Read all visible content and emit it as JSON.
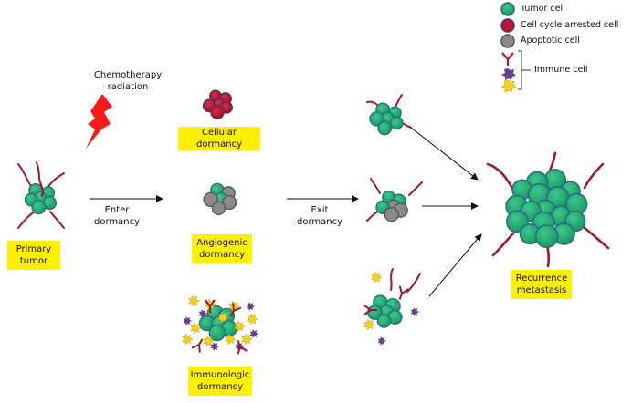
{
  "legend": {
    "tumor_cell": "Tumor cell",
    "cell_cycle_arrested": "Cell cycle arrested cell",
    "apoptotic_cell": "Apoptotic cell",
    "immune_cell": "Immune cell"
  },
  "treatment": {
    "line1": "Chemotherapy",
    "line2": "radiation"
  },
  "primary": {
    "line1": "Primary",
    "line2": "tumor"
  },
  "enter": {
    "line1": "Enter",
    "line2": "dormancy"
  },
  "exit": {
    "line1": "Exit",
    "line2": "dormancy"
  },
  "dormancy": {
    "cellular": "Cellular dormancy",
    "angiogenic_line1": "Angiogenic",
    "angiogenic_line2": "dormancy",
    "immunologic_line1": "Immunologic",
    "immunologic_line2": "dormancy"
  },
  "outcome": {
    "line1": "Recurrence",
    "line2": "metastasis"
  },
  "colors": {
    "tumor": "#1fa870",
    "tumor_edge": "#2a6a8c",
    "arrested": "#c8102e",
    "apoptotic": "#8a8a8a",
    "vessel": "#a0192a",
    "immune_purple": "#6b3d8e",
    "immune_yellow": "#f2cf23",
    "label_box": "#ffef00",
    "lightning": "#ff1a1a"
  }
}
